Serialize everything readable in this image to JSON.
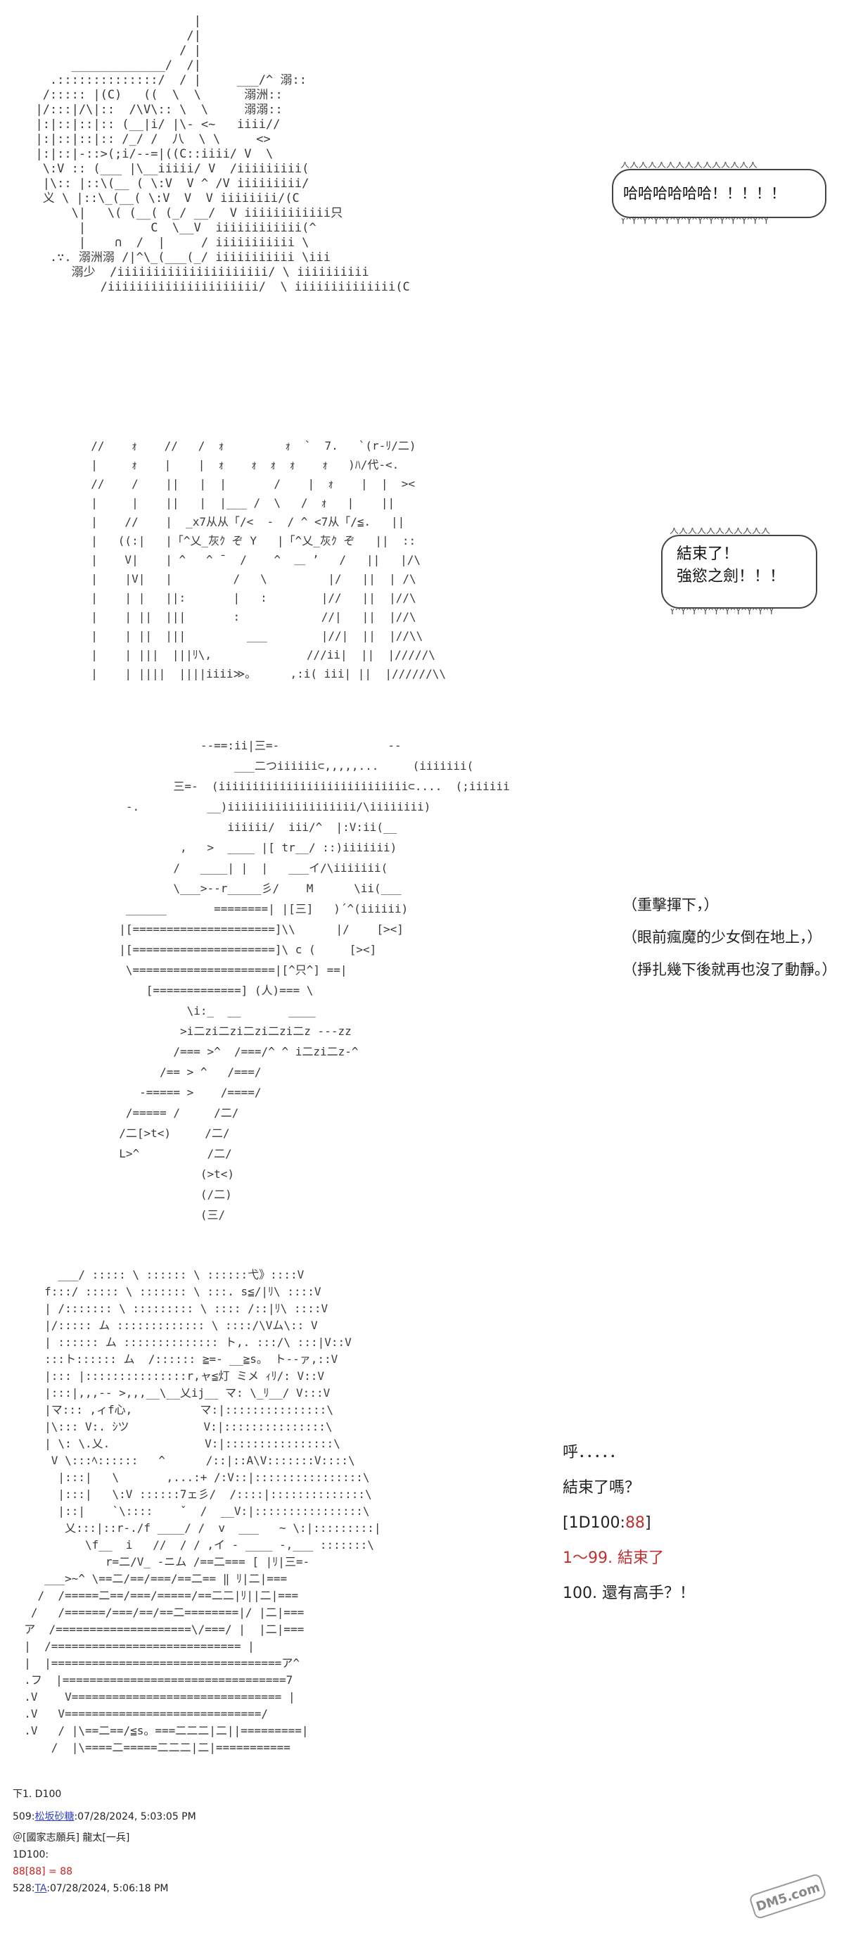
{
  "panel1": {
    "art": [
      "                        |",
      "                       /|",
      "                      / |",
      "       _____________/  /|",
      "    .::::::::::::::/  / |     ___/^ 溺::",
      "   /::::: |(C)   ((  \\  \\      溺洲::",
      "  |/:::|/\\|::  /\\V\\:: \\  \\     溺溺::",
      "  |:|::|::|:: (__|i/ |\\- <~   iiii//",
      "  |:|::|::|:: /_/ /  八  \\ \\     <>",
      "  |:|::|-::>(;i/--=|((C::iiii/ V  \\",
      "   \\:V :: (___ |\\__iiiii/ V  /iiiiiiiii(",
      "   |\\:: |::\\(__ ( \\:V  V ^ /V iiiiiiiii/",
      "   义 \\ |::\\_(__( \\:V  V  V iiiiiiii/(C",
      "       \\|   \\( (__( (_/ __/  V iiiiiiiiiiii只",
      "        |         C  \\__V  iiiiiiiiiiii(^",
      "        |    ∩  /  |     / iiiiiiiiiii \\ ",
      "    .∵. 溺洲溺 /|^\\_(___(_/ iiiiiiiiiii \\iii",
      "       溺少  /iiiiiiiiiiiiiiiiiiiii/ \\ iiiiiiiiii",
      "           /iiiiiiiiiiiiiiiiiiiii/  \\ iiiiiiiiiiiiii(C"
    ]
  },
  "bubble1": {
    "lines": [
      "哈哈哈哈哈哈！！！！！"
    ]
  },
  "panel2": {
    "art": [
      "  //    ｫ    //   /  ｫ         ｫ  `  7.   `(r-ﾘ/二)",
      "  |     ｫ    |    |  ｫ    ｫ  ｫ  ｫ    ｫ   )ﾊ/代-<.",
      "  //    /    ||   |  |       /    |  ｫ    |  |  ><",
      "  |     |    ||   |  |___ /  \\   /  ｫ   |    ||",
      "  |    //    |  _x7从从「/<  -  / ^ <7从「/≦.   ||",
      "  |   ((:|   |「^乂_灰ｸ ぞ Y   |「^乂_灰ｸ ぞ   ||  ::",
      "  |    V|    | ^   ^ ˉ  /    ^  ＿ ʼ   /   ||   |/\\",
      "  |    |V|   |         /   \\         |/   ||  | /\\",
      "  |    | |   ||:       |   :        |//   ||  |//\\",
      "  |    | ||  |||       :            //|   ||  |//\\",
      "  |    | ||  |||         ___        |//|  ||  |//\\\\",
      "  |    | |||  |||ﾘ\\,              ///ii|  ||  |/////\\",
      "  |    | ||||  ||||iiii≫。     ,:i( iii| ||  |//////\\\\"
    ]
  },
  "bubble2": {
    "lines": [
      "結束了！",
      "強慾之劍！！！"
    ]
  },
  "panel3": {
    "art": [
      "              --==:ii|三=-                --",
      "                   ___二つiiiiii⊂,,,,,...     (iiiiiii(",
      "          三=-  (iiiiiiiiiiiiiiiiiiiiiiiiiiii⊂....  (;iiiiii",
      "   -.          __)iiiiiiiiiiiiiiiiiii/\\iiiiiiii)",
      "                  iiiiii/  iii/^  |:V:ii(__",
      "           ,   >  ____ |[ tr__/ ::)iiiiiii)",
      "          /   ____| |  |   ___イ/\\iiiiiii(",
      "          \\___>--r_____彡/    M      \\ii(___",
      "   ______       ========| |[三]   )´^(iiiiii)",
      "  |[=====================]\\\\      |/    [><]",
      "  |[=====================]\\ c (     [><]",
      "   \\=====================|[^只^] ==|",
      "      [=============] (人)=== \\",
      "            \\i:_  __       ____",
      "           >i二zi二zi二zi二zi二z ---zz",
      "          /=== >^  /===/^ ^ i二zi二z-^",
      "        /== > ^   /===/",
      "     -===== >    /====/",
      "   /===== /     /二/",
      "  /二[>t<)     /二/",
      "  L>^          /二/",
      "              (>t<)",
      "              (/二)",
      "              (三/"
    ]
  },
  "narration": {
    "lines": [
      "（重擊揮下，）",
      "（眼前瘋魔的少女倒在地上，）",
      "（掙扎幾下後就再也沒了動靜。）"
    ]
  },
  "panel4": {
    "art": [
      "       ___/ ::::: \\ :::::: \\ ::::::弋》::::V",
      "     f:::/ ::::: \\ ::::::: \\ :::. s≦/|ﾘ\\ ::::V",
      "     | /::::::: \\ ::::::::: \\ :::: /::|ﾘ\\ ::::V",
      "     |/::::: ム ::::::::::::: \\ ::::/\\Vム\\:: V",
      "     | :::::: ム :::::::::::::: ト,. :::/\\ :::|V::V",
      "     :::ト:::::: ム  /:::::: ≧=- __≧s。 ト--ァ,::V",
      "     |::: |:::::::::::::::r,ャ≦灯 ミメ ｨﾘ/: V::V",
      "     |:::|,,,-- >,,,__\\__乂ij__ マ: \\_ﾘ__/ V:::V",
      "     |マ::: ,ィf心,          マ:|:::::::::::::::\\",
      "     |\\::: V:. ｼツ           V:|:::::::::::::::\\",
      "     | \\: \\.乂.              V:|::::::::::::::::\\",
      "      V \\:::ﾍ::::::   ^      /::|::A\\V:::::::V::::\\",
      "       |:::|   \\       ,...:+ /:V::|::::::::::::::::\\",
      "       |:::|   \\:V ::::::7ェ彡/  /::::|::::::::::::::\\",
      "       |::|    `\\::::    ˇ  /  __V:|::::::::::::::::\\",
      "        乂:::|::r-./f ____/ /  v  ___   ~ \\:|:::::::::|",
      "           \\f__  i   //  / / ,イ - ____ -,___ :::::::\\",
      "              r=二/V_ -ニム /==二=== [ |ﾘ|三=-  ",
      "     ___>~^ \\==二/==/===/==二== ‖ ﾘ|二|===",
      "    /  /=====二==/===/=====/==二二|ﾘ||二|===",
      "   /   /======/===/==/==二========|/ |二|===",
      "  ア  /====================\\/===/ |  |二|===",
      "  |  /============================ |   ",
      "  |  |==================================ア^",
      "  .フ  |=================================7",
      "  .V    V=============================== |",
      "  .V   V=============================/",
      "  .V   / |\\==二==/≦s。===二二二|二||=========|",
      "      /  |\\====二=====二二二|二|==========="
    ]
  },
  "stats": {
    "line1": "呼．．．．．",
    "line2": "結束了嗎？",
    "roll_prefix": "[1D100:",
    "roll_value": "88",
    "roll_suffix": "]",
    "result_range": "1～99.",
    "result_text": "結束了",
    "line5": "100. 還有高手？！"
  },
  "footer": {
    "caption": "下1. D100",
    "post1_id": "509:",
    "post1_name": "松坂砂糖",
    "post1_time": ":07/28/2024, 5:03:05 PM",
    "post1_tag": "＠[國家志願兵] 龍太[一兵]",
    "post1_cmd": "1D100:",
    "post1_roll_a": "88",
    "post1_roll_b": "[88]",
    "post1_roll_eq": " = 88",
    "post2_id": "528:",
    "post2_name": "TA",
    "post2_time": ":07/28/2024, 5:06:18 PM"
  },
  "watermark": {
    "text": "DM5.com"
  },
  "colors": {
    "roll": "#c03030",
    "link": "#3344cc",
    "art": "#3a3a3a"
  }
}
